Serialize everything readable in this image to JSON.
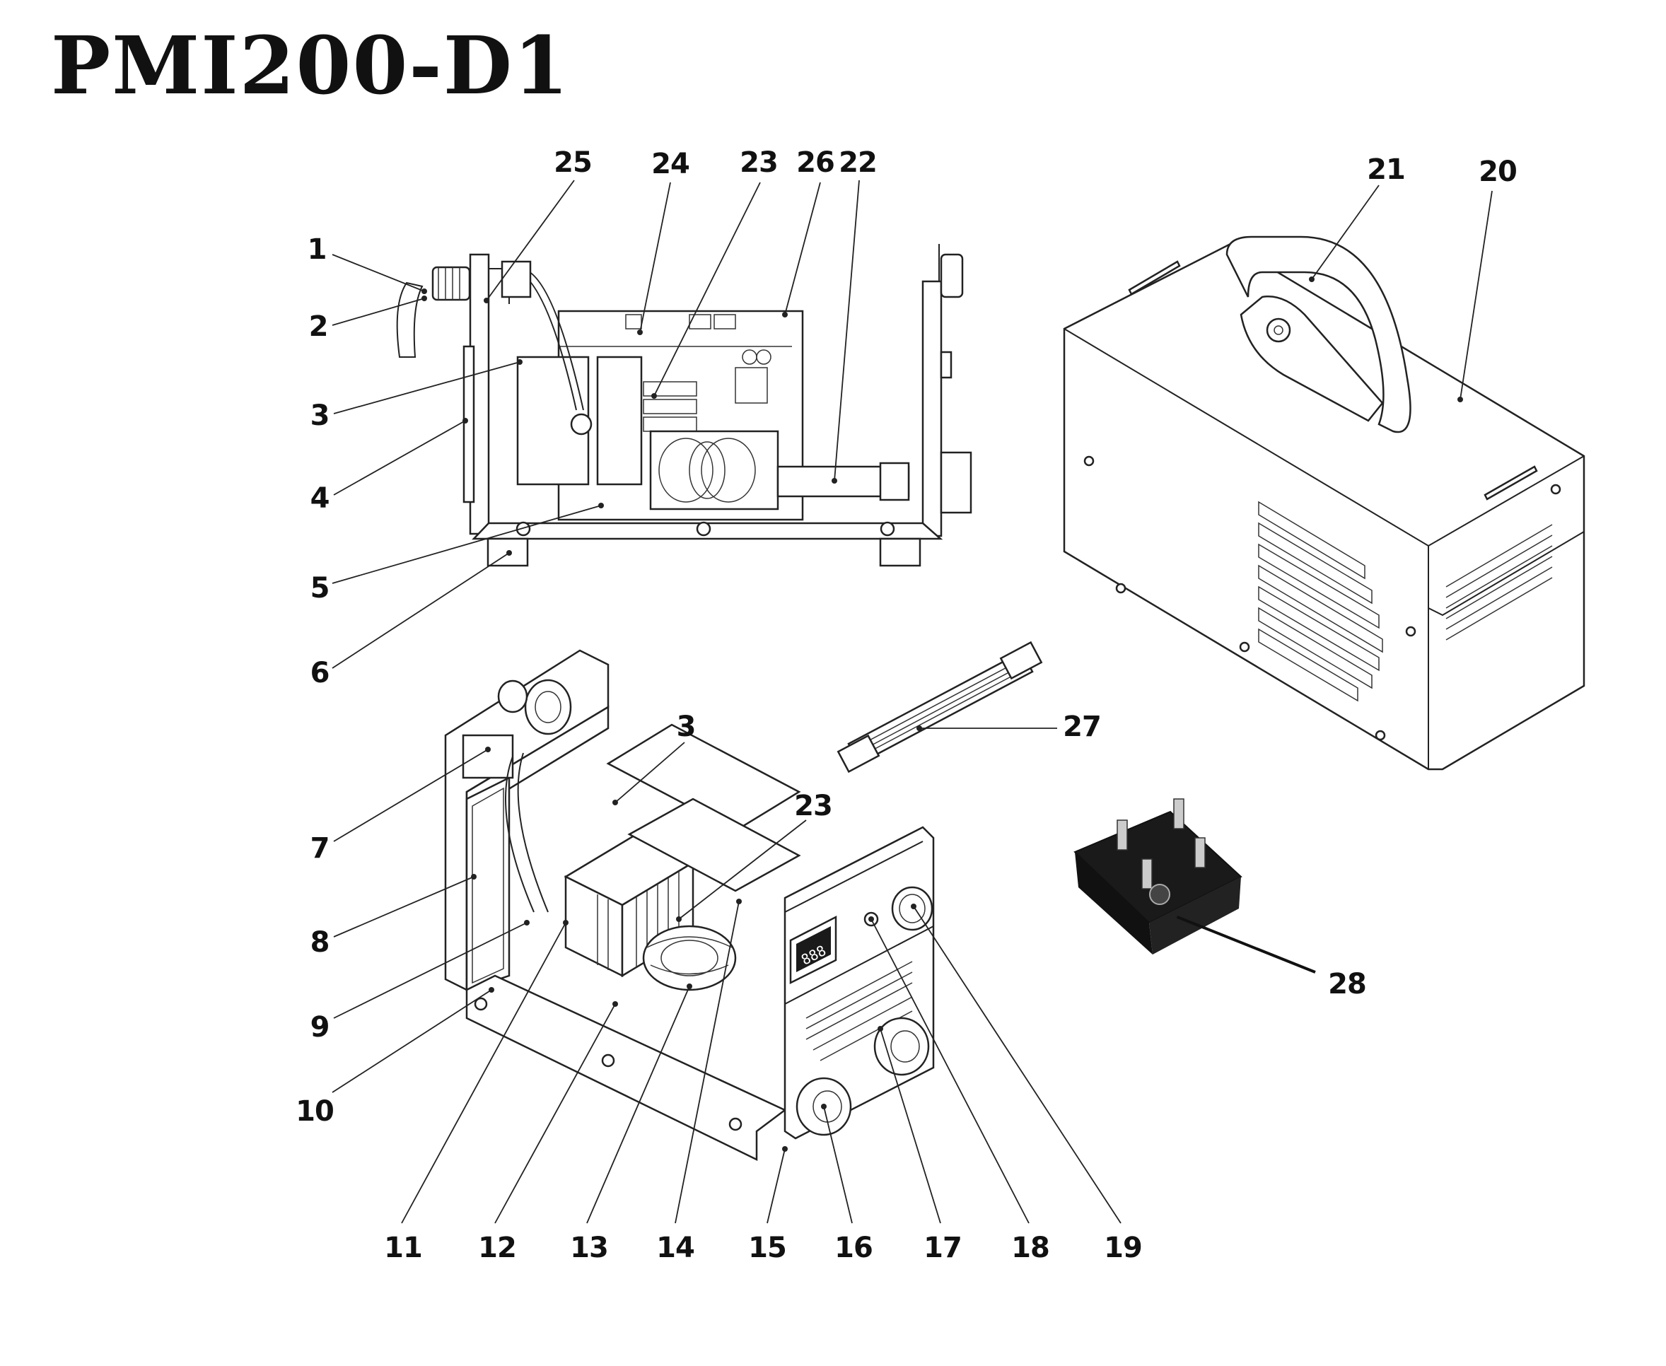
{
  "title": "PMI200-D1",
  "callouts": [
    {
      "id": "1",
      "label": "1"
    },
    {
      "id": "2",
      "label": "2"
    },
    {
      "id": "3a",
      "label": "3"
    },
    {
      "id": "4",
      "label": "4"
    },
    {
      "id": "5",
      "label": "5"
    },
    {
      "id": "6",
      "label": "6"
    },
    {
      "id": "7",
      "label": "7"
    },
    {
      "id": "8",
      "label": "8"
    },
    {
      "id": "9",
      "label": "9"
    },
    {
      "id": "10",
      "label": "10"
    },
    {
      "id": "11",
      "label": "11"
    },
    {
      "id": "12",
      "label": "12"
    },
    {
      "id": "13",
      "label": "13"
    },
    {
      "id": "14",
      "label": "14"
    },
    {
      "id": "15",
      "label": "15"
    },
    {
      "id": "16",
      "label": "16"
    },
    {
      "id": "17",
      "label": "17"
    },
    {
      "id": "18",
      "label": "18"
    },
    {
      "id": "19",
      "label": "19"
    },
    {
      "id": "20",
      "label": "20"
    },
    {
      "id": "21",
      "label": "21"
    },
    {
      "id": "22",
      "label": "22"
    },
    {
      "id": "23a",
      "label": "23"
    },
    {
      "id": "24",
      "label": "24"
    },
    {
      "id": "25",
      "label": "25"
    },
    {
      "id": "26",
      "label": "26"
    },
    {
      "id": "3b",
      "label": "3"
    },
    {
      "id": "23b",
      "label": "23"
    },
    {
      "id": "27",
      "label": "27"
    },
    {
      "id": "28",
      "label": "28"
    }
  ],
  "display_digits": "888"
}
